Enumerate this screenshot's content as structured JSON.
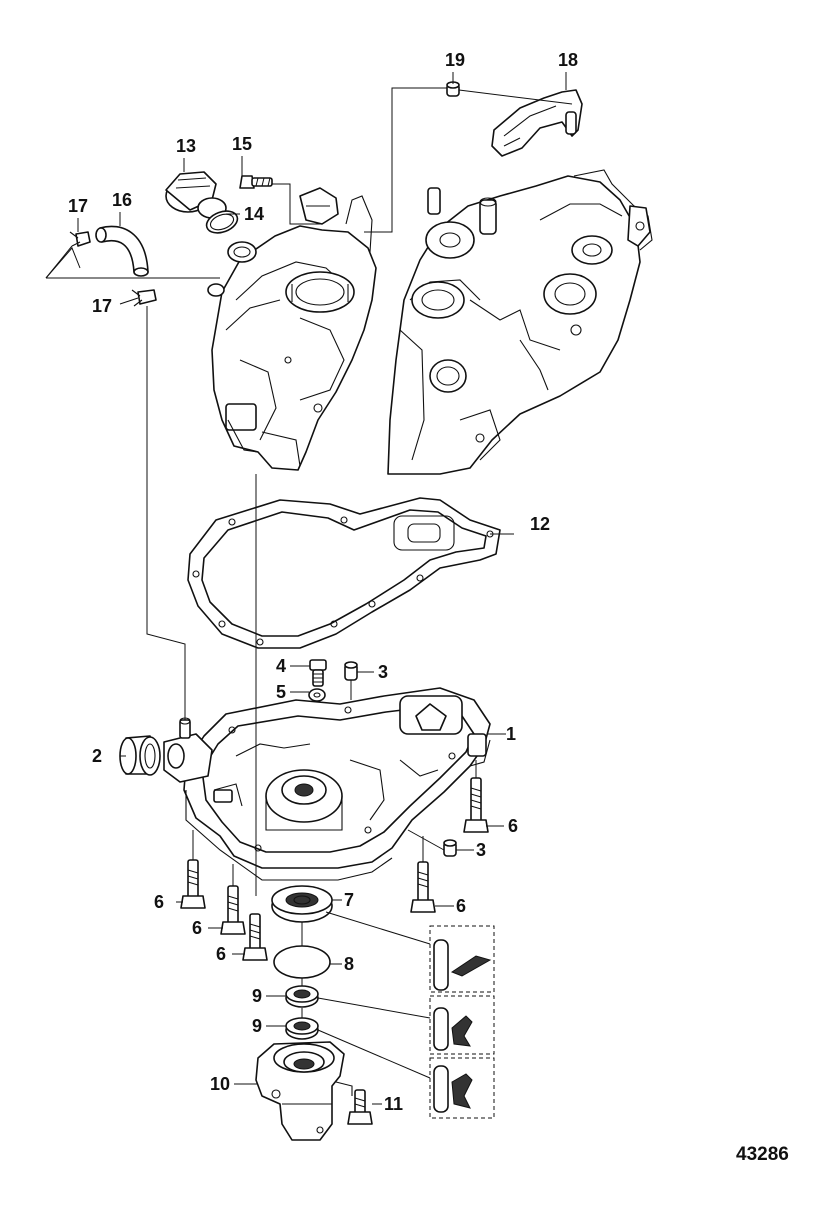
{
  "figure_number": "43286",
  "callouts": {
    "c1": "1",
    "c2": "2",
    "c3a": "3",
    "c3b": "3",
    "c4": "4",
    "c5": "5",
    "c6a": "6",
    "c6b": "6",
    "c6c": "6",
    "c6d": "6",
    "c6e": "6",
    "c7": "7",
    "c8": "8",
    "c9a": "9",
    "c9b": "9",
    "c10": "10",
    "c11": "11",
    "c12": "12",
    "c13": "13",
    "c14": "14",
    "c15": "15",
    "c16": "16",
    "c17a": "17",
    "c17b": "17",
    "c18": "18",
    "c19": "19"
  }
}
